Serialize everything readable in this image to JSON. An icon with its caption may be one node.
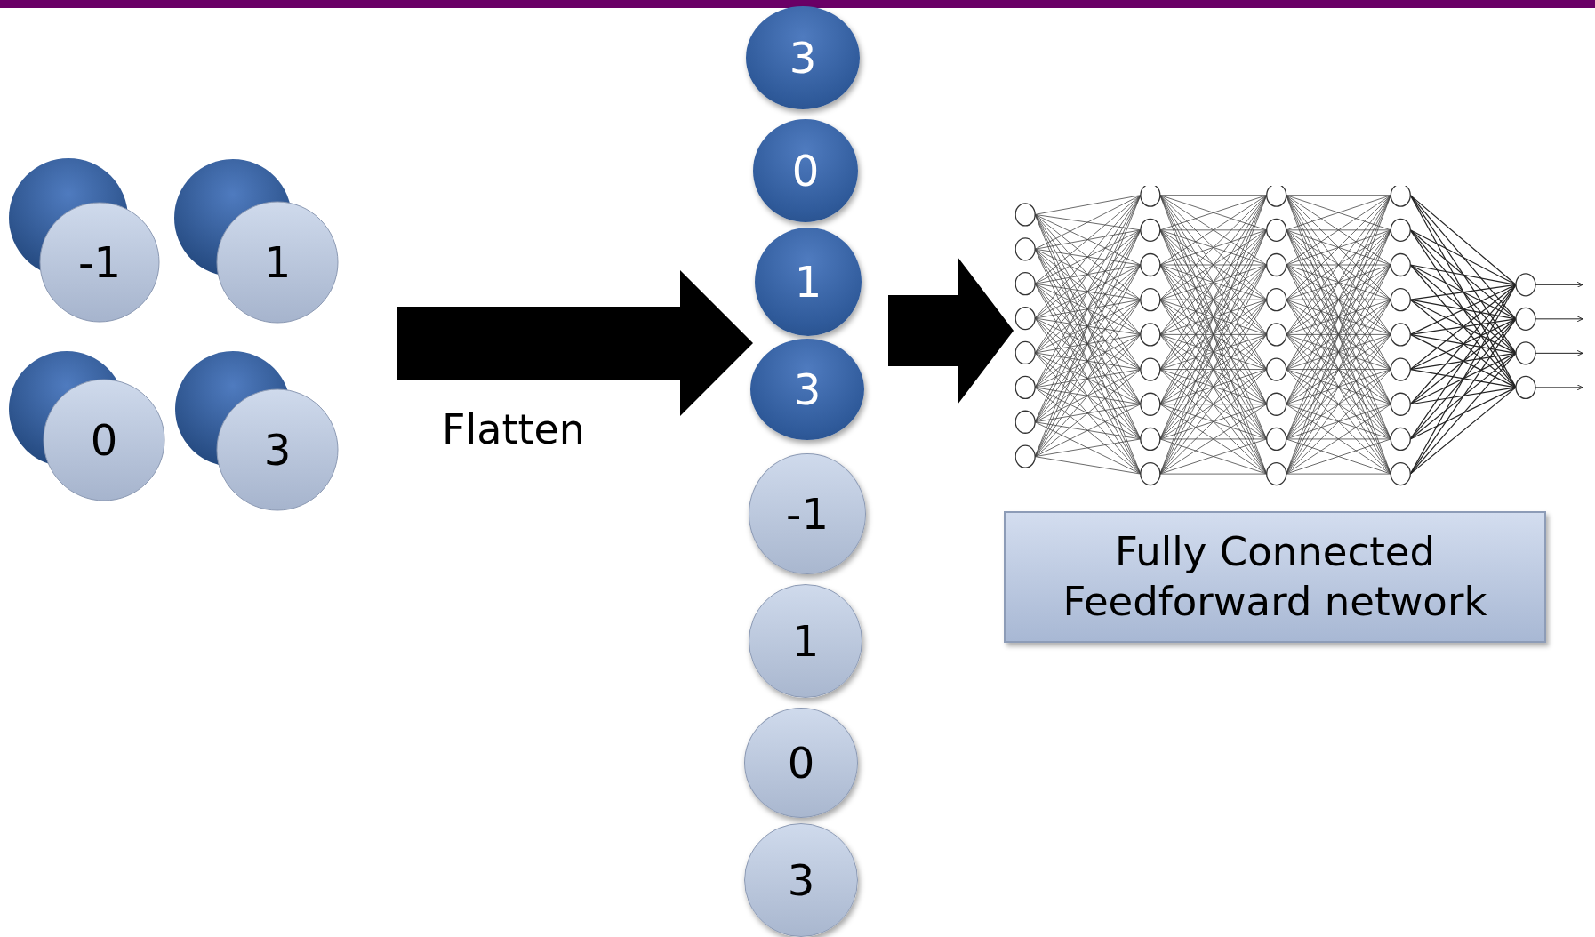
{
  "diagram": {
    "nodes": [
      {
        "text": [
          "-1"
        ]
      },
      {
        "text": [
          "1"
        ]
      },
      {
        "text": [
          "0"
        ]
      },
      {
        "text": [
          "3"
        ]
      },
      {
        "text": [
          "3"
        ]
      },
      {
        "text": [
          "0"
        ]
      },
      {
        "text": [
          "1"
        ]
      },
      {
        "text": [
          "3"
        ]
      },
      {
        "text": [
          "-1"
        ]
      },
      {
        "text": [
          "1"
        ]
      },
      {
        "text": [
          "0"
        ]
      },
      {
        "text": [
          "3"
        ]
      },
      {
        "text": [],
        "shape": "picture"
      },
      {
        "text": [
          "Fully Connected Feedforward network"
        ]
      }
    ],
    "edges": [
      {
        "from": 1,
        "to": 6,
        "arrow": "to",
        "style": "thick"
      },
      {
        "from": 6,
        "to": 12,
        "arrow": "to",
        "style": "thick"
      }
    ],
    "labels": [
      "Flatten"
    ]
  }
}
